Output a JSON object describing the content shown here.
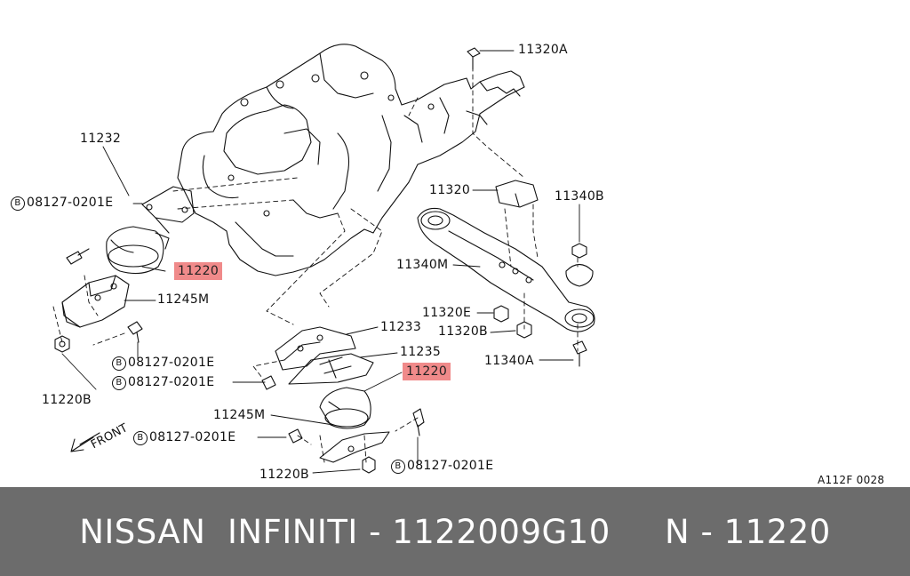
{
  "diagram": {
    "labels": {
      "p11320A": "11320A",
      "p11232": "11232",
      "p08127_a": "08127-0201E",
      "p11220_a": "11220",
      "p11245M_a": "11245M",
      "p08127_b": "08127-0201E",
      "p08127_c": "08127-0201E",
      "p11220B_a": "11220B",
      "p11233": "11233",
      "p11235": "11235",
      "p11220_b": "11220",
      "p11245M_b": "11245M",
      "p08127_d": "08127-0201E",
      "p11220B_b": "11220B",
      "p08127_e": "08127-0201E",
      "p11320": "11320",
      "p11340B": "11340B",
      "p11340M": "11340M",
      "p11320E": "11320E",
      "p11320B": "11320B",
      "p11340A": "11340A",
      "front": "FRONT",
      "b_marker": "B",
      "diagram_code": "A112F 0028"
    },
    "highlight_color": "#f08a8a"
  },
  "footer": {
    "text": "NISSAN  INFINITI - 1122009G10     N - 11220",
    "background": "#6c6c6c"
  }
}
